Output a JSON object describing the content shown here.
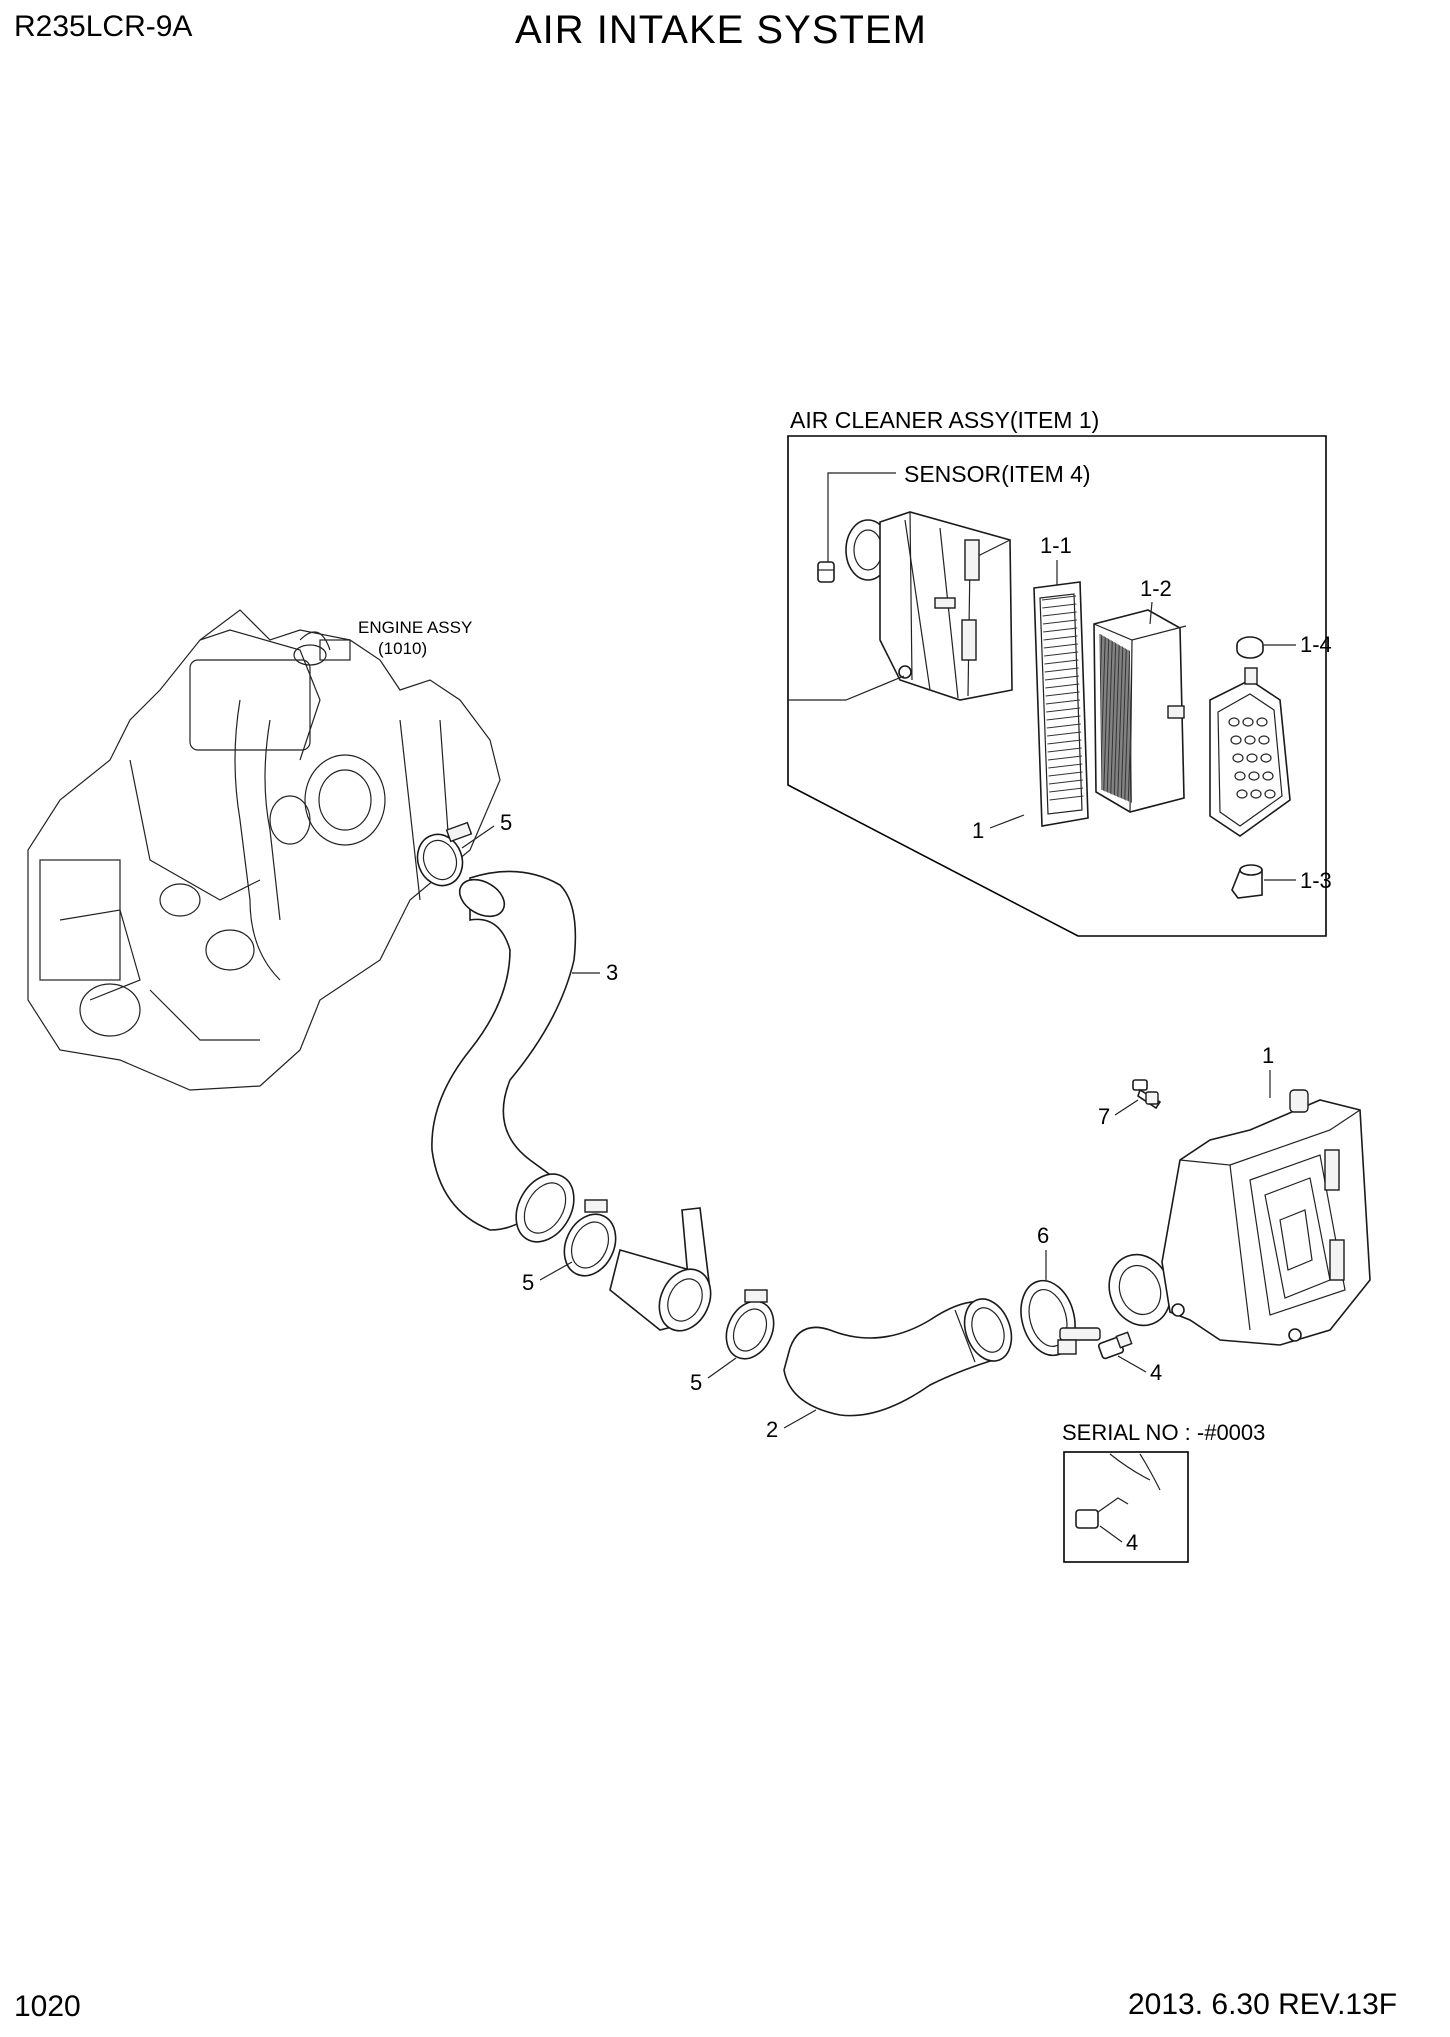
{
  "header": {
    "model": "R235LCR-9A",
    "title": "AIR INTAKE SYSTEM"
  },
  "footer": {
    "page_number": "1020",
    "revision": "2013. 6.30  REV.13F"
  },
  "inset_air_cleaner": {
    "title": "AIR CLEANER ASSY(ITEM 1)",
    "sensor_label": "SENSOR(ITEM 4)",
    "callouts": [
      "1-1",
      "1-2",
      "1-4",
      "1",
      "1-3"
    ]
  },
  "engine": {
    "label_line1": "ENGINE ASSY",
    "label_line2": "(1010)"
  },
  "main_callouts": {
    "clamp_top": "5",
    "hose_upper": "3",
    "cleaner": "1",
    "bolt": "7",
    "clamp_large": "6",
    "clamp_mid_left": "5",
    "clamp_mid_right": "5",
    "sensor": "4",
    "hose_lower": "2"
  },
  "inset_serial": {
    "title": "SERIAL NO : -#0003",
    "callout": "4"
  }
}
